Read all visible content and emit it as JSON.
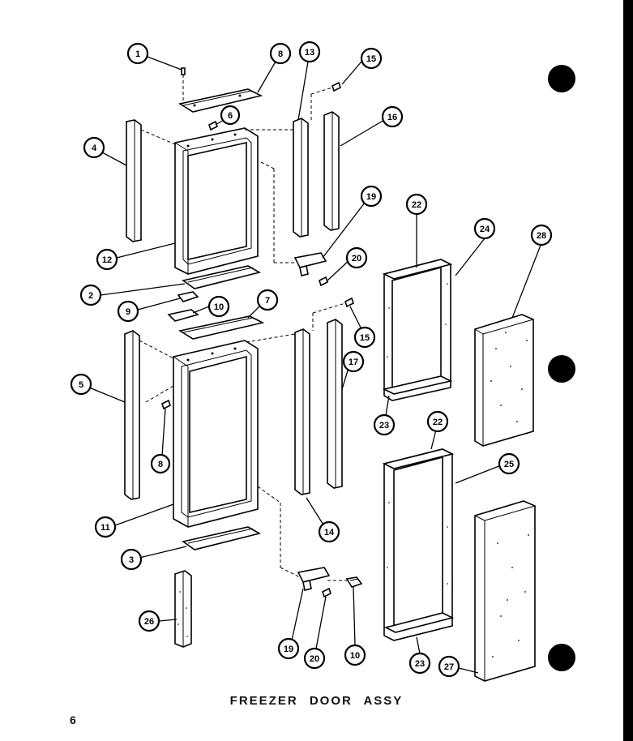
{
  "page": {
    "caption": "FREEZER DOOR ASSY",
    "page_number": "6"
  },
  "callouts": {
    "c1": "1",
    "c8a": "8",
    "c13": "13",
    "c15a": "15",
    "c6": "6",
    "c16": "16",
    "c4": "4",
    "c19a": "19",
    "c20a": "20",
    "c12": "12",
    "c2": "2",
    "c9": "9",
    "c10a": "10",
    "c7": "7",
    "c15b": "15",
    "c5": "5",
    "c17": "17",
    "c8b": "8",
    "c11": "11",
    "c14": "14",
    "c3": "3",
    "c26": "26",
    "c19b": "19",
    "c20b": "20",
    "c10b": "10",
    "c22a": "22",
    "c24": "24",
    "c28": "28",
    "c23a": "23",
    "c22b": "22",
    "c25": "25",
    "c23b": "23",
    "c27": "27"
  },
  "colors": {
    "ink": "#000000",
    "paper": "#ffffff"
  }
}
